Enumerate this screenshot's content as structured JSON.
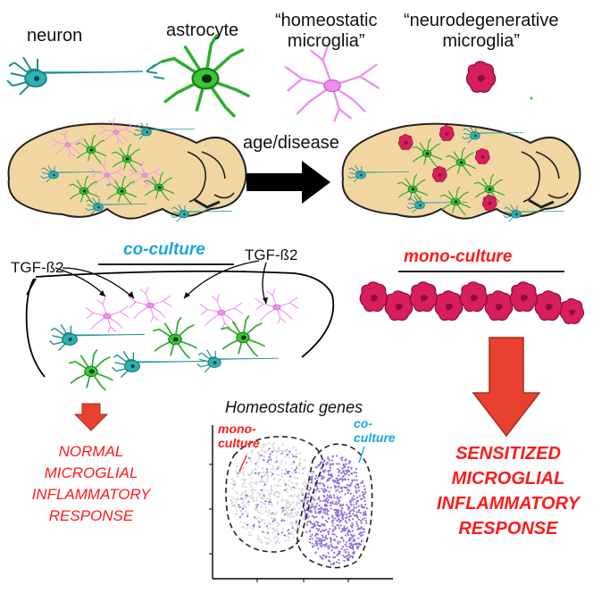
{
  "figure": {
    "cell_labels": {
      "neuron": "neuron",
      "astrocyte": "astrocyte",
      "homeostatic": "“homeostatic\nmicroglia”",
      "neurodegenerative": "“neurodegenerative\nmicroglia”"
    },
    "transition_label": "age/disease",
    "coculture_label": "co-culture",
    "monoculture_label": "mono-culture",
    "factor_left": "TGF-ß2",
    "factor_right": "TGF-ß2",
    "normal_response": "NORMAL\nMICROGLIAL\nINFLAMMATORY\nRESPONSE",
    "sensitized_response": "SENSITIZED\nMICROGLIAL\nINFLAMMATORY\nRESPONSE",
    "scatter": {
      "title": "Homeostatic genes",
      "mono_label": "mono-\nculture",
      "co_label": "co-\nculture"
    }
  },
  "colors": {
    "brain_fill": "#f2d6a2",
    "neuron": "#2bb3b3",
    "astrocyte": "#37c837",
    "homeostatic_microglia": "#f08ef0",
    "neurodegenerative_microglia": "#d81e5b",
    "coculture_blue": "#1aa7e0",
    "response_red": "#ff1a1a",
    "arrow_red": "#e8412f",
    "scatter_purple": "#8b6fd6",
    "scatter_grey": "#d6d6d6"
  }
}
